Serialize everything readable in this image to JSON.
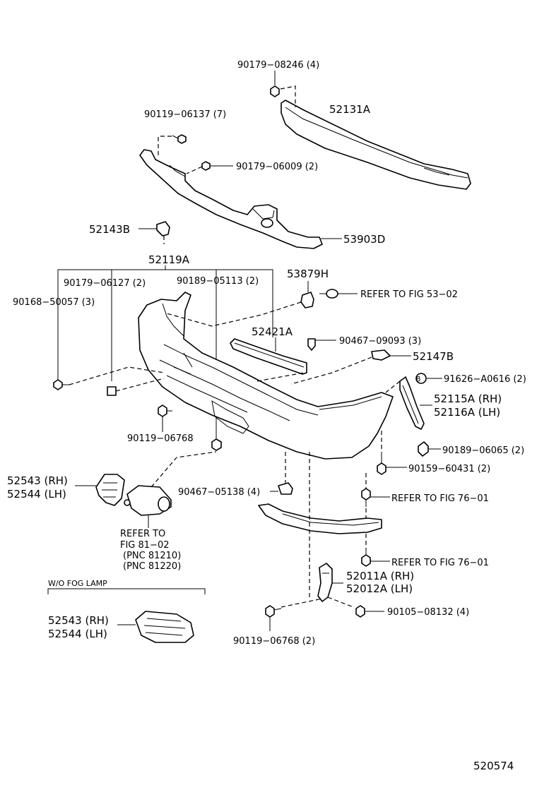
{
  "diagram_id": "520574",
  "labels": {
    "p_90179_08246": "90179−08246 (4)",
    "p_52131A": "52131A",
    "p_90119_06137": "90119−06137 (7)",
    "p_90179_06009": "90179−06009 (2)",
    "p_52143B": "52143B",
    "p_53903D": "53903D",
    "p_52119A": "52119A",
    "p_53879H": "53879H",
    "p_90179_06127": "90179−06127 (2)",
    "p_90189_05113": "90189−05113 (2)",
    "p_90168_50057": "90168−50057 (3)",
    "ref_53_02": "REFER TO FIG 53−02",
    "p_52421A": "52421A",
    "p_90467_09093": "90467−09093 (3)",
    "p_52147B": "52147B",
    "p_91626_A0616": "91626−A0616 (2)",
    "b_marker": "B",
    "p_52115A": "52115A (RH)",
    "p_52116A": "52116A (LH)",
    "p_90119_06768a": "90119−06768",
    "p_90189_06065": "90189−06065 (2)",
    "p_90159_60431": "90159−60431 (2)",
    "p_52543a": "52543 (RH)",
    "p_52544a": "52544 (LH)",
    "p_90467_05138": "90467−05138 (4)",
    "ref_76_01a": "REFER TO FIG 76−01",
    "ref_81_02_l1": "REFER TO",
    "ref_81_02_l2": "FIG 81−02",
    "ref_81_02_l3": "(PNC 81210)",
    "ref_81_02_l4": "(PNC 81220)",
    "ref_76_01b": "REFER TO FIG 76−01",
    "wo_fog_lamp": "W/O FOG LAMP",
    "p_52011A": "52011A (RH)",
    "p_52012A": "52012A (LH)",
    "p_52543b": "52543 (RH)",
    "p_52544b": "52544 (LH)",
    "p_90105_08132": "90105−08132 (4)",
    "p_90119_06768b": "90119−06768 (2)"
  }
}
